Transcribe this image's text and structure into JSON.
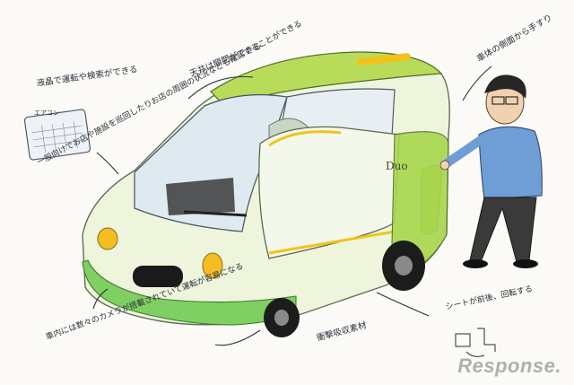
{
  "annotations": {
    "lcd_panel": "液晶で運転や検索ができる",
    "lcd_screen_word": "エアコン",
    "seat_rotate": "一般向けでお店や施設を巡回したりお店の周囲の状況なども確認することができる",
    "roof_open": "天井は開閉ができる",
    "side_open": "車体の側面から手すり",
    "bumper": "車内には数々のカメラが搭載されていて運転が容易になる",
    "shock": "衝撃吸収素材",
    "sheet": "シートが前後、回転する"
  },
  "door_sign": "Duo",
  "watermark": "Response."
}
